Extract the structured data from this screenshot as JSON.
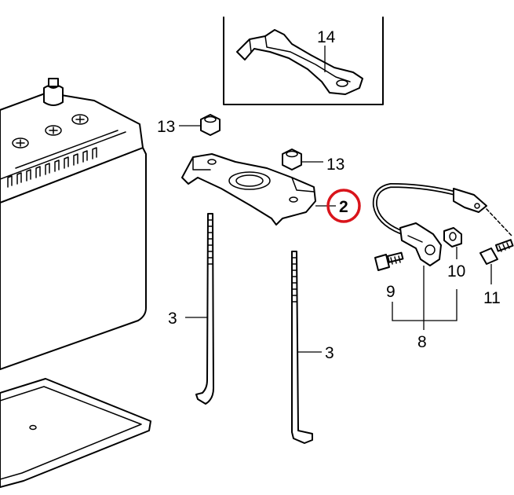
{
  "callouts": {
    "c14": "14",
    "c13a": "13",
    "c13b": "13",
    "c2": "2",
    "c3a": "3",
    "c3b": "3",
    "c9": "9",
    "c10": "10",
    "c11": "11",
    "c8": "8"
  },
  "highlight": {
    "part": "2",
    "ring_color": "#d9141b"
  }
}
